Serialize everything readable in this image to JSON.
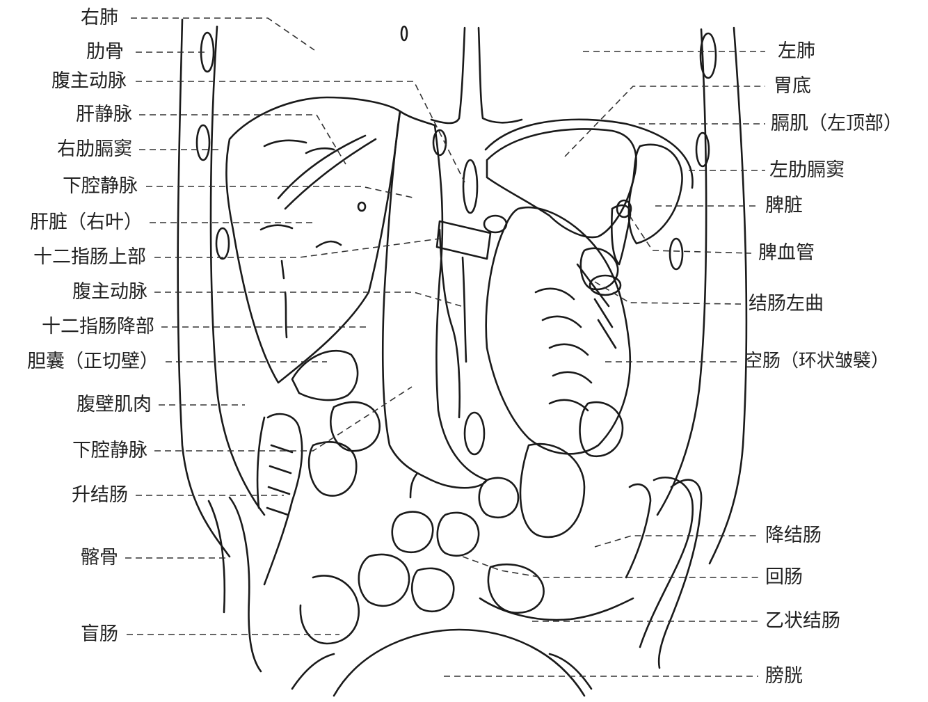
{
  "labels_left": [
    {
      "id": "right-lung",
      "text": "右肺"
    },
    {
      "id": "rib",
      "text": "肋骨"
    },
    {
      "id": "abdominal-aorta-upper",
      "text": "腹主动脉"
    },
    {
      "id": "hepatic-vein",
      "text": "肝静脉"
    },
    {
      "id": "right-costodiaphragmatic-recess",
      "text": "右肋膈窦"
    },
    {
      "id": "inferior-vena-cava-upper",
      "text": "下腔静脉"
    },
    {
      "id": "liver-right-lobe",
      "text": "肝脏（右叶）"
    },
    {
      "id": "duodenum-superior-part",
      "text": "十二指肠上部"
    },
    {
      "id": "abdominal-aorta-lower",
      "text": "腹主动脉"
    },
    {
      "id": "duodenum-descending-part",
      "text": "十二指肠降部"
    },
    {
      "id": "gallbladder",
      "text": "胆囊（正切壁）"
    },
    {
      "id": "abdominal-wall-muscle",
      "text": "腹壁肌肉"
    },
    {
      "id": "inferior-vena-cava-lower",
      "text": "下腔静脉"
    },
    {
      "id": "ascending-colon",
      "text": "升结肠"
    },
    {
      "id": "ilium",
      "text": "髂骨"
    },
    {
      "id": "cecum",
      "text": "盲肠"
    }
  ],
  "labels_right": [
    {
      "id": "left-lung",
      "text": "左肺"
    },
    {
      "id": "gastric-fundus",
      "text": "胃底"
    },
    {
      "id": "diaphragm-left-dome",
      "text": "膈肌（左顶部）"
    },
    {
      "id": "left-costodiaphragmatic-recess",
      "text": "左肋膈窦"
    },
    {
      "id": "spleen",
      "text": "脾脏"
    },
    {
      "id": "splenic-vessels",
      "text": "脾血管"
    },
    {
      "id": "left-colic-flexure",
      "text": "结肠左曲"
    },
    {
      "id": "jejunum",
      "text": "空肠（环状皱襞）"
    },
    {
      "id": "descending-colon",
      "text": "降结肠"
    },
    {
      "id": "ileum",
      "text": "回肠"
    },
    {
      "id": "sigmoid-colon",
      "text": "乙状结肠"
    },
    {
      "id": "bladder",
      "text": "膀胱"
    }
  ]
}
